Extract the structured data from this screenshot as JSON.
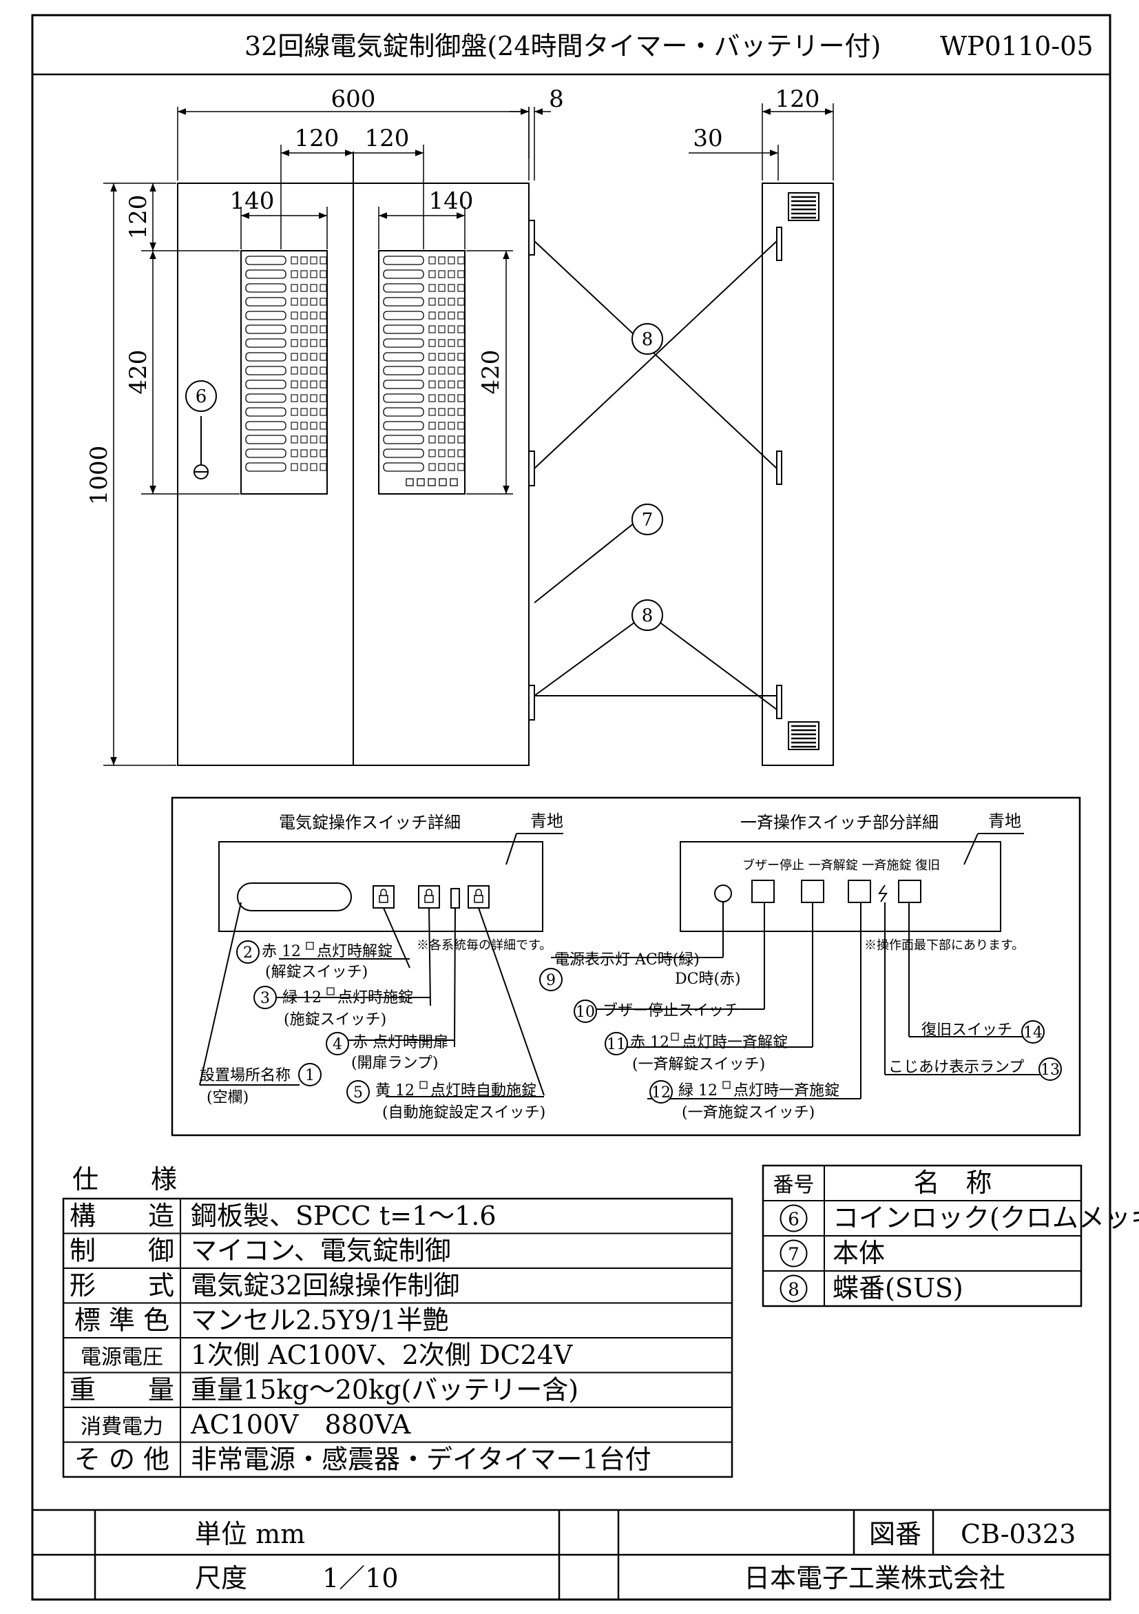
{
  "title": "32回線電気錠制御盤(24時間タイマー・バッテリー付)",
  "drawing_code": "WP0110-05",
  "dimensions": {
    "width_total": "600",
    "hinge_offset": "8",
    "depth": "120",
    "left_pitch": "120",
    "right_pitch": "120",
    "side_offset": "30",
    "height_total": "1000",
    "top_margin": "120",
    "panel_height_left": "420",
    "panel_height_right": "420",
    "panel_width_left": "140",
    "panel_width_right": "140"
  },
  "callouts": {
    "c6": "6",
    "c7": "7",
    "c8a": "8",
    "c8b": "8"
  },
  "switch_detail": {
    "title": "電気錠操作スイッチ詳細",
    "bg": "青地",
    "note": "※各系統毎の詳細です。",
    "items": [
      {
        "num": "2",
        "line1": "赤 12",
        "line1b": "点灯時解錠",
        "line2": "(解錠スイッチ)"
      },
      {
        "num": "3",
        "line1": "緑 12",
        "line1b": "点灯時施錠",
        "line2": "(施錠スイッチ)"
      },
      {
        "num": "4",
        "line1": "赤 点灯時開扉",
        "line1b": "",
        "line2": "(開扉ランプ)"
      },
      {
        "num": "5",
        "line1": "黄 12",
        "line1b": "点灯時自動施錠",
        "line2": "(自動施錠設定スイッチ)"
      }
    ],
    "place": {
      "num": "1",
      "line1": "設置場所名称",
      "line2": "(空欄)"
    }
  },
  "batch_detail": {
    "title": "一斉操作スイッチ部分詳細",
    "bg": "青地",
    "header_labels": "ブザー停止 一斉解錠 一斉施錠 復旧",
    "note": "※操作面最下部にあります。",
    "power_lamp": {
      "num": "9",
      "line1": "電源表示灯 AC時(緑)",
      "line2": "DC時(赤)"
    },
    "buzzer": {
      "num": "10",
      "text": "ブザー停止スイッチ"
    },
    "unlock": {
      "num": "11",
      "line1": "赤 12",
      "line1b": "点灯時一斉解錠",
      "line2": "(一斉解錠スイッチ)"
    },
    "lock": {
      "num": "12",
      "line1": "緑 12",
      "line1b": "点灯時一斉施錠",
      "line2": "(一斉施錠スイッチ)"
    },
    "tamper": {
      "num": "13",
      "text": "こじあけ表示ランプ"
    },
    "reset": {
      "num": "14",
      "text": "復旧スイッチ"
    }
  },
  "spec": {
    "heading": "仕　　様",
    "rows": [
      {
        "label": "構　　造",
        "value": "鋼板製、SPCC t=1～1.6",
        "small": false
      },
      {
        "label": "制　　御",
        "value": "マイコン、電気錠制御",
        "small": false
      },
      {
        "label": "形　　式",
        "value": "電気錠32回線操作制御",
        "small": false
      },
      {
        "label": "標 準 色",
        "value": "マンセル2.5Y9/1半艶",
        "small": false
      },
      {
        "label": "電源電圧",
        "value": "1次側 AC100V、2次側 DC24V",
        "small": true
      },
      {
        "label": "重　　量",
        "value": "重量15kg～20kg(バッテリー含)",
        "small": false
      },
      {
        "label": "消費電力",
        "value": "AC100V　880VA",
        "small": true
      },
      {
        "label": "そ の 他",
        "value": "非常電源・感震器・デイタイマー1台付",
        "small": false
      }
    ]
  },
  "parts": {
    "head_num": "番号",
    "head_name": "名　称",
    "rows": [
      {
        "num": "6",
        "name": "コインロック(クロムメッキ)"
      },
      {
        "num": "7",
        "name": "本体"
      },
      {
        "num": "8",
        "name": "蝶番(SUS)"
      }
    ]
  },
  "footer": {
    "unit": "単位 mm",
    "scale_label": "尺度",
    "scale_value": "1／10",
    "drawing_no_label": "図番",
    "drawing_no": "CB-0323",
    "company": "日本電子工業株式会社"
  }
}
